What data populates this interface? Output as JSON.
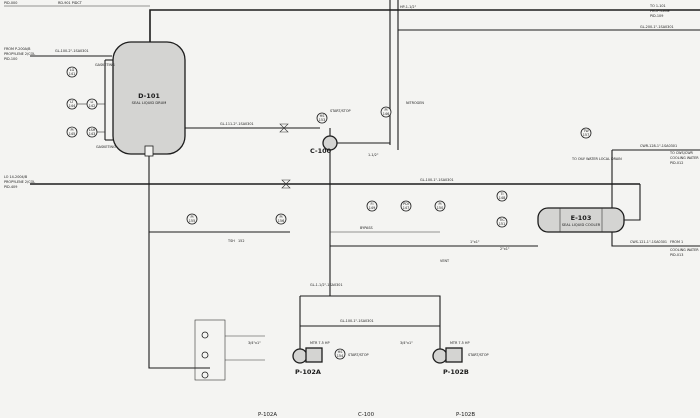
{
  "sheet_refs": {
    "top_left": "PID-000",
    "top_mid": "RD-901 PIDCT"
  },
  "equipment": {
    "drum": {
      "tag": "D-101",
      "desc": "SEAL LIQUID DRUM"
    },
    "cooler": {
      "tag": "E-103",
      "desc": "SEAL LIQUID COOLER"
    },
    "compressor": {
      "tag": "C-100"
    },
    "pump_a": {
      "tag": "P-102A"
    },
    "pump_b": {
      "tag": "P-102B"
    }
  },
  "line_labels": {
    "inlet_top": "GL-100-2\"-1SA0301",
    "inlet_top_from_1": "FROM P-200A/B",
    "inlet_top_from_2": "PROPYLENE 2/COL",
    "inlet_top_ref": "PID-100",
    "inlet_lower": "LO 14-2004/B",
    "inlet_lower_from": "PROPYLENE 2/COL",
    "inlet_lower_ref": "PID-409",
    "top_header": "HP-1-1/2\"",
    "to_top_right_1": "TO 1-101",
    "to_top_right_2": "PROPYLENE",
    "to_top_right_3": "PID-109",
    "to_top_right_4": "GL-200-1\"-1SA0301",
    "drum_outlet": "GL-111-2\"-1SA0301",
    "lower_header": "GL-100-1\"-1SA0301",
    "cooler_right_1": "CWR-128-1\"-1SA0301",
    "cooler_right_2": "TO CWS/CWR",
    "cooler_right_3": "COOLING WATER",
    "cooler_right_4": "PID-012",
    "cooler_right_5": "FROM 1",
    "cooler_right_6": "COOLING WATER",
    "cooler_right_7": "PID-013",
    "cooler_bottom": "CWS-121-1\"-1SA0301",
    "pump_suction": "GL-1-1/2\"-1SA0301",
    "pump_discharge": "GL-100-1\"-1SA0301",
    "local_drain": "TO OILY WATER LOCAL DRAIN"
  },
  "instruments": {
    "li_142": {
      "tag": "LI",
      "num": "142"
    },
    "lsh_143": {
      "tag": "LSH",
      "num": "143"
    },
    "lg_141": {
      "tag": "LG",
      "num": "141"
    },
    "lt_144": {
      "tag": "LT",
      "num": "144"
    },
    "pi_145": {
      "tag": "PI",
      "num": "145"
    },
    "pi_146": {
      "tag": "PI",
      "num": "146"
    },
    "pdi_147": {
      "tag": "PDI",
      "num": "147"
    },
    "ti_148": {
      "tag": "TI",
      "num": "148"
    },
    "fi_149": {
      "tag": "FI",
      "num": "149"
    },
    "pi_150": {
      "tag": "PI",
      "num": "150"
    },
    "tic_151": {
      "tag": "TIC",
      "num": "151"
    },
    "tsh_152": {
      "tag": "TSH",
      "num": "152"
    },
    "hs_153": {
      "tag": "HS",
      "num": "153"
    },
    "hs_154": {
      "tag": "HS",
      "num": "154"
    },
    "pi_155": {
      "tag": "PI",
      "num": "155"
    },
    "pi_156": {
      "tag": "PI",
      "num": "156"
    },
    "tw_157": {
      "tag": "TW",
      "num": "157"
    }
  },
  "annotations": {
    "start_stop": "START/STOP",
    "start_stop_b": "START/STOP",
    "gasketing": "GASKETING",
    "gasketing2": "GASKETING",
    "nitrogen": "NITROGEN",
    "vent": "VENT",
    "bypass": "BYPASS",
    "motor_a": "MTR 7.5 HP",
    "motor_b": "MTR 7.5 HP",
    "size_a": "3/4\"x1\"",
    "size_b": "3/4\"x1\"",
    "size_c": "1-1/2\"",
    "size_d": "1\"x1\"",
    "size_e": "2\"x1\""
  },
  "bottom_labels": {
    "a": "P-102A",
    "b": "C-100",
    "c": "P-102B"
  }
}
